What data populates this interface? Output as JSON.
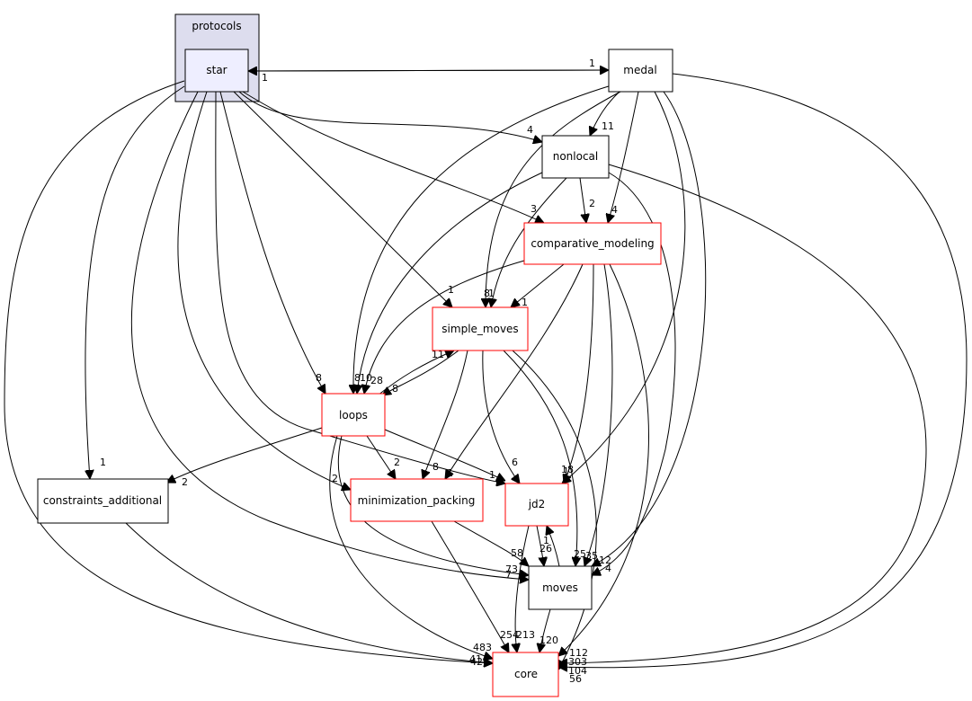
{
  "colors": {
    "cluster_fill": "#ddddee",
    "node_red_border": "#ff0000",
    "node_black_border": "#000000",
    "highlight_fill": "#eeeeff",
    "line": "#000000"
  },
  "cluster": {
    "label": "protocols"
  },
  "nodes": {
    "star": {
      "label": "star"
    },
    "medal": {
      "label": "medal"
    },
    "nonlocal": {
      "label": "nonlocal"
    },
    "comparative_modeling": {
      "label": "comparative_modeling"
    },
    "simple_moves": {
      "label": "simple_moves"
    },
    "loops": {
      "label": "loops"
    },
    "constraints_additional": {
      "label": "constraints_additional"
    },
    "minimization_packing": {
      "label": "minimization_packing"
    },
    "jd2": {
      "label": "jd2"
    },
    "moves": {
      "label": "moves"
    },
    "core": {
      "label": "core"
    }
  },
  "edges": {
    "star_medal": "1",
    "medal_star": "1",
    "medal_nonlocal": "11",
    "medal_comparative_modeling": "4",
    "medal_core": "56",
    "star_nonlocal": "4",
    "star_comparative_modeling": "3",
    "star_simple_moves": "1",
    "star_loops": "8",
    "star_constraints_additional": "1",
    "star_core": "420",
    "nonlocal_comparative_modeling": "2",
    "nonlocal_simple_moves": "1",
    "nonlocal_core": "303",
    "comparative_modeling_simple_moves": "1",
    "comparative_modeling_loops": "10",
    "comparative_modeling_jd2": "18",
    "comparative_modeling_moves": "35",
    "comparative_modeling_core": "112",
    "medal_simple_moves": "8",
    "medal_loops": "8",
    "simple_moves_loops": "28",
    "loops_simple_moves": "11",
    "loops_simple_moves_b": "8",
    "simple_moves_minimization_packing": "8",
    "simple_moves_jd2": "6",
    "simple_moves_moves": "25",
    "loops_constraints_additional": "2",
    "loops_minimization_packing": "2",
    "loops_jd2": "1",
    "loops_moves": "73",
    "loops_core": "483",
    "star_minimization_packing": "2",
    "star_jd2": "1",
    "star_moves": "7",
    "jd2_moves": "26",
    "moves_jd2": "1",
    "jd2_core": "213",
    "minimization_packing_moves": "58",
    "minimization_packing_core": "254",
    "moves_core": "120",
    "constraints_additional_core": "41",
    "simple_moves_core": "104",
    "medal_jd2": "1",
    "medal_moves": "12",
    "nonlocal_moves": "4"
  }
}
